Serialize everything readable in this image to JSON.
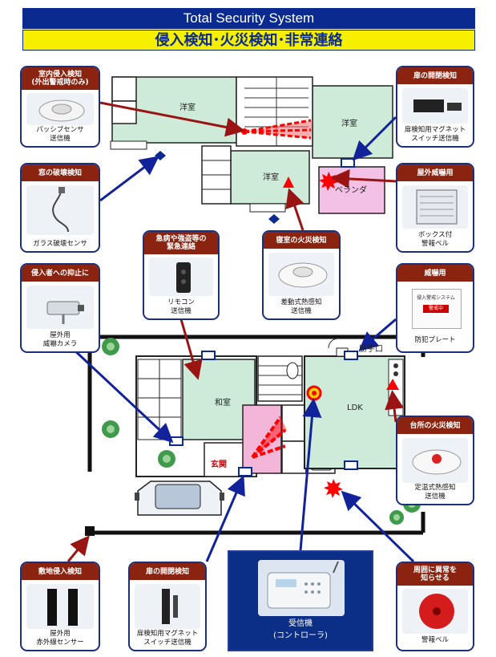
{
  "header": {
    "title": "Total Security System",
    "subtitle": "侵入検知･火災検知･非常連絡"
  },
  "rooms": {
    "upper_left": "洋室",
    "upper_right": "洋室",
    "upper_center": "洋室",
    "veranda": "ベランダ",
    "japanese_room": "和室",
    "ldk": "LDK",
    "entrance": "玄関",
    "back_door": "勝手口"
  },
  "cards": {
    "passive": {
      "title_1": "室内侵入検知",
      "title_2": "(外出警戒時のみ)",
      "cap_1": "パッシブセンサ",
      "cap_2": "送信機",
      "icon": "passive-sensor-icon"
    },
    "door_top": {
      "title_1": "扉の開閉検知",
      "cap_1": "扉検知用マグネット",
      "cap_2": "スイッチ送信機",
      "icon": "magnet-switch-icon"
    },
    "glass": {
      "title_1": "窓の破壊検知",
      "cap_1": "ガラス破壊センサ",
      "icon": "glass-sensor-icon"
    },
    "alarm_box": {
      "title_1": "屋外威嚇用",
      "cap_1": "ボックス付",
      "cap_2": "警報ベル",
      "icon": "alarm-box-icon"
    },
    "remote": {
      "title_1": "急病や強盗等の",
      "title_2": "緊急連絡",
      "cap_1": "リモコン",
      "cap_2": "送信機",
      "icon": "remote-icon"
    },
    "bedroom_fire": {
      "title_1": "寝室の火災検知",
      "cap_1": "差動式熱感知",
      "cap_2": "送信機",
      "icon": "heat-detector-icon"
    },
    "camera": {
      "title_1": "侵入者への抑止に",
      "cap_1": "屋外用",
      "cap_2": "威嚇カメラ",
      "icon": "camera-icon"
    },
    "plate": {
      "title_1": "威嚇用",
      "cap_1": "防犯プレート",
      "icon": "plate-icon",
      "plate_title": "侵入警戒システム",
      "plate_badge": "警戒中"
    },
    "kitchen_fire": {
      "title_1": "台所の火災検知",
      "cap_1": "定温式熱感知",
      "cap_2": "送信機",
      "icon": "heat-detector-icon"
    },
    "perimeter": {
      "title_1": "敷地侵入検知",
      "cap_1": "屋外用",
      "cap_2": "赤外線センサー",
      "icon": "infrared-sensor-icon"
    },
    "door_bottom": {
      "title_1": "扉の開閉検知",
      "cap_1": "扉検知用マグネット",
      "cap_2": "スイッチ送信機",
      "icon": "magnet-switch-icon"
    },
    "bell": {
      "title_1": "周囲に異常を",
      "title_2": "知らせる",
      "cap_1": "警報ベル",
      "icon": "alarm-bell-icon"
    }
  },
  "receiver": {
    "cap_1": "受信機",
    "cap_2": "(コントローラ)",
    "icon": "receiver-icon"
  },
  "colors": {
    "navy": "#0b2a8f",
    "yellow": "#f6f000",
    "card_header": "#8a2410",
    "room_green": "#cdebd8",
    "veranda_pink": "#f3c1e6",
    "entrance_pink": "#f3b6d8",
    "arrow_red": "#9a1414",
    "arrow_blue": "#12229a",
    "sensor_red": "#ff0000"
  }
}
